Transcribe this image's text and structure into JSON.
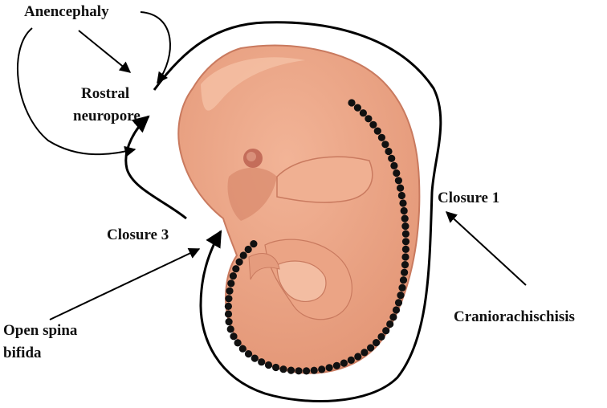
{
  "labels": {
    "anencephaly": "Anencephaly",
    "rostral_line1": "Rostral",
    "rostral_line2": "neuropore",
    "closure1": "Closure 1",
    "closure3": "Closure 3",
    "craniorachischisis": "Craniorachischisis",
    "spina_line1": "Open spina",
    "spina_line2": "bifida"
  },
  "colors": {
    "embryo_fill": "#e8a184",
    "embryo_light": "#f1b79b",
    "embryo_shadow": "#d5896c",
    "embryo_outline": "#c97a5f",
    "eye": "#c46d5a",
    "line": "#000000",
    "dot": "#111111"
  }
}
